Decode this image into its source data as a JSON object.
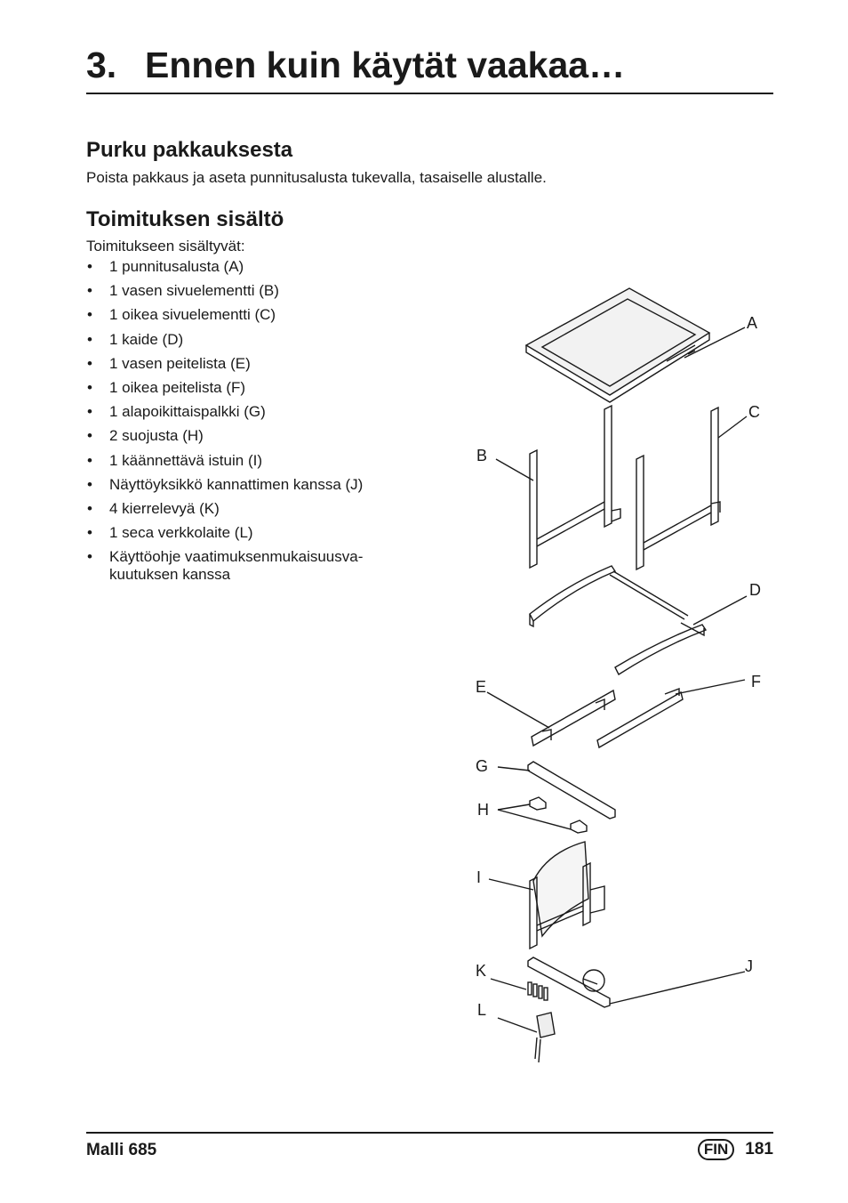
{
  "header": {
    "number": "3.",
    "title": "Ennen kuin käytät vaakaa…"
  },
  "section_unpack": {
    "heading": "Purku pakkauksesta",
    "text": "Poista pakkaus ja aseta punnitusalusta tukevalla, tasaiselle alustalle."
  },
  "section_contents": {
    "heading": "Toimituksen sisältö",
    "intro": "Toimitukseen sisältyvät:",
    "items": [
      "1 punnitusalusta (A)",
      "1 vasen sivuelementti (B)",
      "1 oikea sivuelementti (C)",
      "1 kaide (D)",
      "1 vasen peitelista (E)",
      "1 oikea peitelista (F)",
      "1 alapoikittaispalkki (G)",
      "2 suojusta (H)",
      "1 käännettävä istuin (I)",
      "Näyttöyksikkö kannattimen kanssa (J)",
      "4 kierrelevyä (K)",
      "1 seca verkkolaite (L)",
      "Käyttöohje vaatimuksenmukaisuusva-kuutuksen kanssa"
    ]
  },
  "figure_labels": {
    "A": "A",
    "B": "B",
    "C": "C",
    "D": "D",
    "E": "E",
    "F": "F",
    "G": "G",
    "H": "H",
    "I": "I",
    "J": "J",
    "K": "K",
    "L": "L"
  },
  "footer": {
    "model": "Malli 685",
    "lang": "FIN",
    "page": "181"
  }
}
